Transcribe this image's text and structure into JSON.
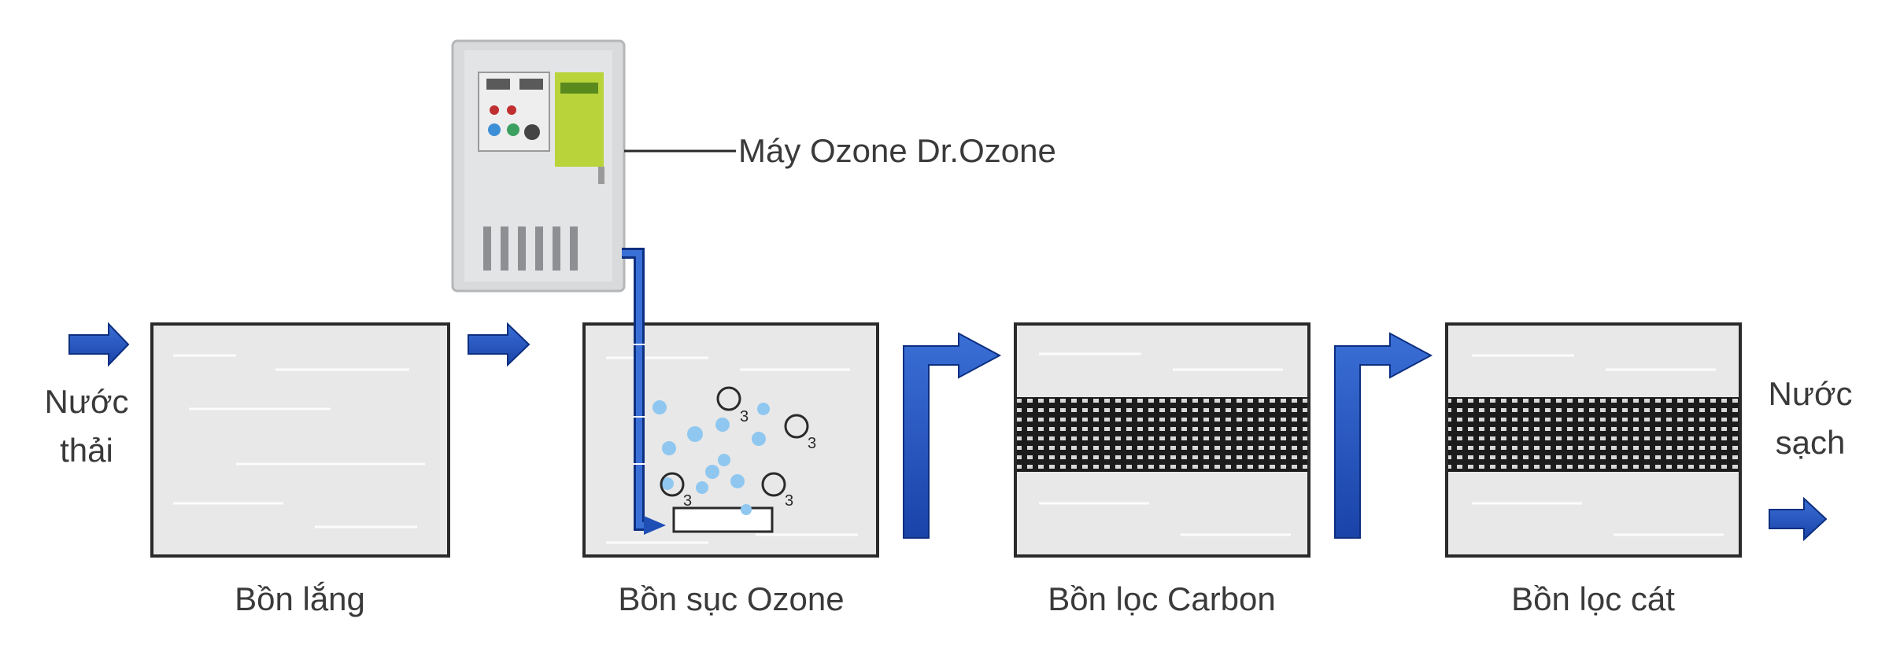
{
  "machine": {
    "label": "Máy Ozone Dr.Ozone"
  },
  "input": {
    "line1": "Nước",
    "line2": "thải"
  },
  "output": {
    "line1": "Nước",
    "line2": "sạch"
  },
  "tanks": [
    {
      "label": "Bồn lắng"
    },
    {
      "label": "Bồn sục Ozone"
    },
    {
      "label": "Bồn lọc Carbon"
    },
    {
      "label": "Bồn lọc cát"
    }
  ],
  "bubbles": {
    "subscript": "3"
  },
  "colors": {
    "arrow": "#1f4fb5",
    "arrow_dark": "#0d2f80",
    "tank_fill": "#e8e8e8",
    "tank_border": "#2a2a2a",
    "media": "#1c1c1c",
    "bubble": "#8fc7f0",
    "machine_body": "#d9dadc",
    "machine_panel": "#b8d43a"
  }
}
